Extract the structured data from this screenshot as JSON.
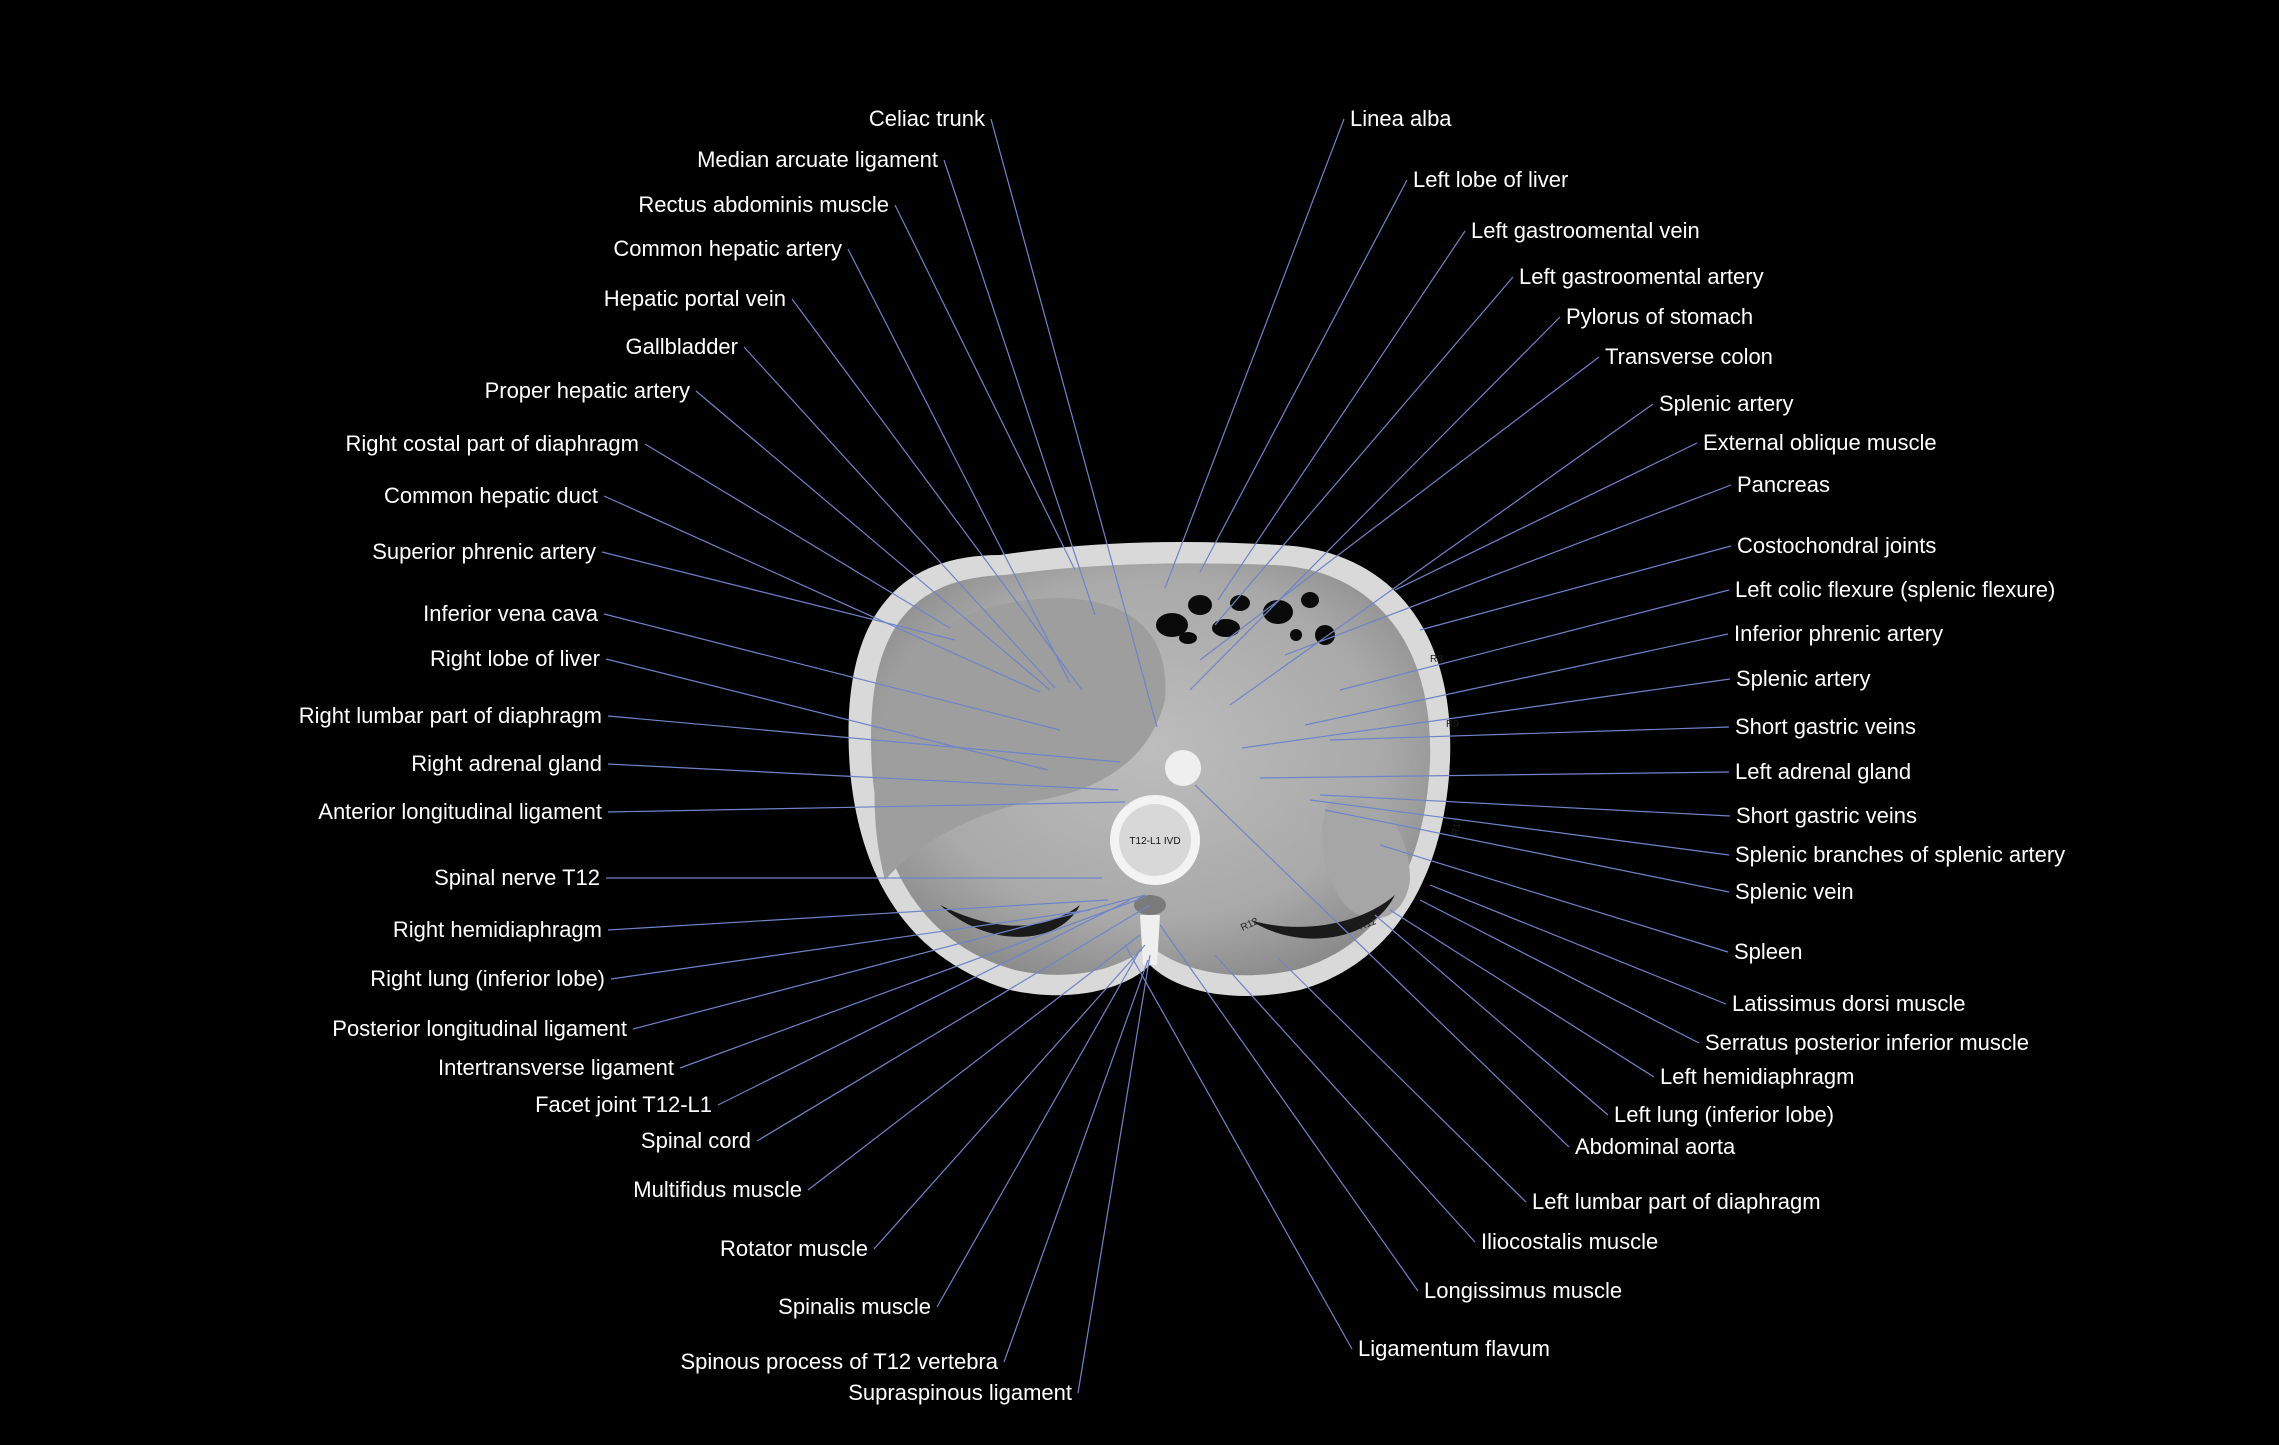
{
  "image_labels": {
    "vertebral_level": "T12-L1 IVD",
    "ribs": [
      "R8",
      "R9",
      "R10",
      "R11",
      "R12"
    ]
  },
  "left_labels": [
    "Celiac trunk",
    "Median arcuate ligament",
    "Rectus abdominis muscle",
    "Common hepatic artery",
    "Hepatic portal vein",
    "Gallbladder",
    "Proper hepatic artery",
    "Right costal part of diaphragm",
    "Common hepatic duct",
    "Superior phrenic artery",
    "Inferior vena cava",
    "Right lobe of liver",
    "Right lumbar part of diaphragm",
    "Right adrenal gland",
    "Anterior longitudinal ligament",
    "Spinal nerve T12",
    "Right hemidiaphragm",
    "Right lung (inferior lobe)",
    "Posterior longitudinal ligament",
    "Intertransverse ligament",
    "Facet joint T12-L1",
    "Spinal cord",
    "Multifidus muscle",
    "Rotator muscle",
    "Spinalis muscle",
    "Spinous process of T12 vertebra",
    "Supraspinous ligament"
  ],
  "right_labels": [
    "Linea alba",
    "Left lobe of liver",
    "Left gastroomental vein",
    "Left gastroomental artery",
    "Pylorus of stomach",
    "Transverse colon",
    "Splenic artery",
    "External oblique muscle",
    "Pancreas",
    "Costochondral joints",
    "Left colic flexure (splenic flexure)",
    "Inferior phrenic artery",
    "Splenic artery",
    "Short gastric veins",
    "Left adrenal gland",
    "Short gastric veins",
    "Splenic branches of splenic artery",
    "Splenic vein",
    "Spleen",
    "Latissimus dorsi muscle",
    "Serratus posterior inferior muscle",
    "Left hemidiaphragm",
    "Left lung (inferior lobe)",
    "Abdominal aorta",
    "Left lumbar part of diaphragm",
    "Iliocostalis muscle",
    "Longissimus muscle",
    "Ligamentum flavum"
  ],
  "colors": {
    "background": "#000000",
    "leader": "#6f84c8",
    "label": "#ffffff"
  }
}
